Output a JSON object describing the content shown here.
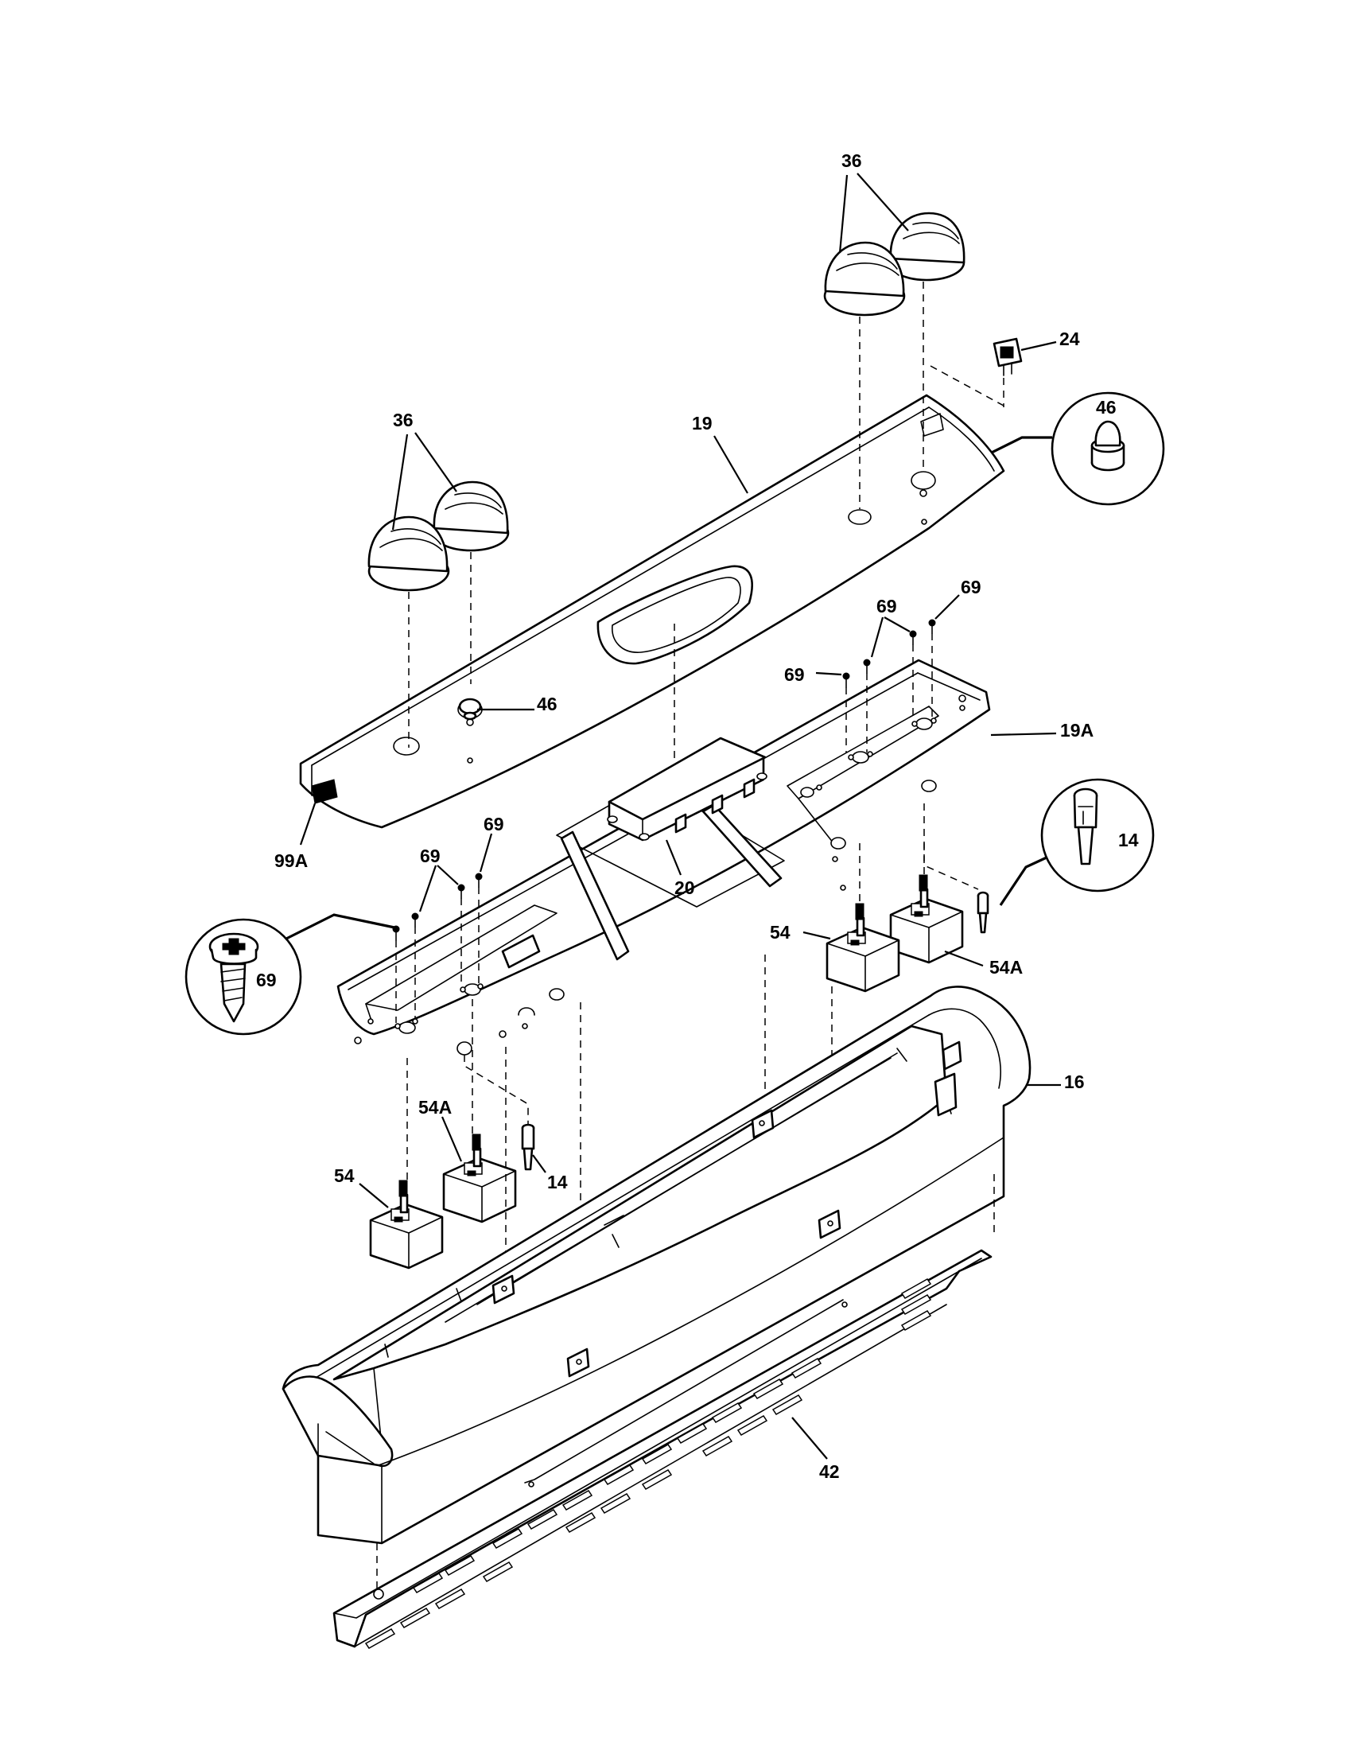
{
  "callouts": {
    "c36_top": "36",
    "c24": "24",
    "c46_right": "46",
    "c36_left": "36",
    "c19": "19",
    "c69_a": "69",
    "c69_b": "69",
    "c69_c": "69",
    "c46_left": "46",
    "c19A": "19A",
    "c99A": "99A",
    "c14_right": "14",
    "c69_d": "69",
    "c69_e": "69",
    "c20": "20",
    "c69_zoom": "69",
    "c54_right": "54",
    "c54A_right": "54A",
    "c16": "16",
    "c54A_left": "54A",
    "c54_left": "54",
    "c14_left": "14",
    "c42": "42"
  },
  "colors": {
    "line": "#000000",
    "background": "#ffffff"
  }
}
